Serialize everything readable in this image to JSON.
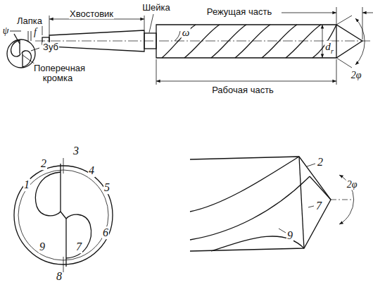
{
  "diagram": {
    "labels": [
      "Лапка",
      "Хвостовик",
      "Шейка",
      "Режущая часть",
      "ψ",
      "f",
      "Зуб",
      "Поперечная кромка",
      "ω",
      "d",
      "r",
      "2φ",
      "Рабочая часть",
      "1",
      "2",
      "3",
      "4",
      "5",
      "6",
      "7",
      "8",
      "9",
      "2",
      "7",
      "9",
      "2φ"
    ]
  }
}
